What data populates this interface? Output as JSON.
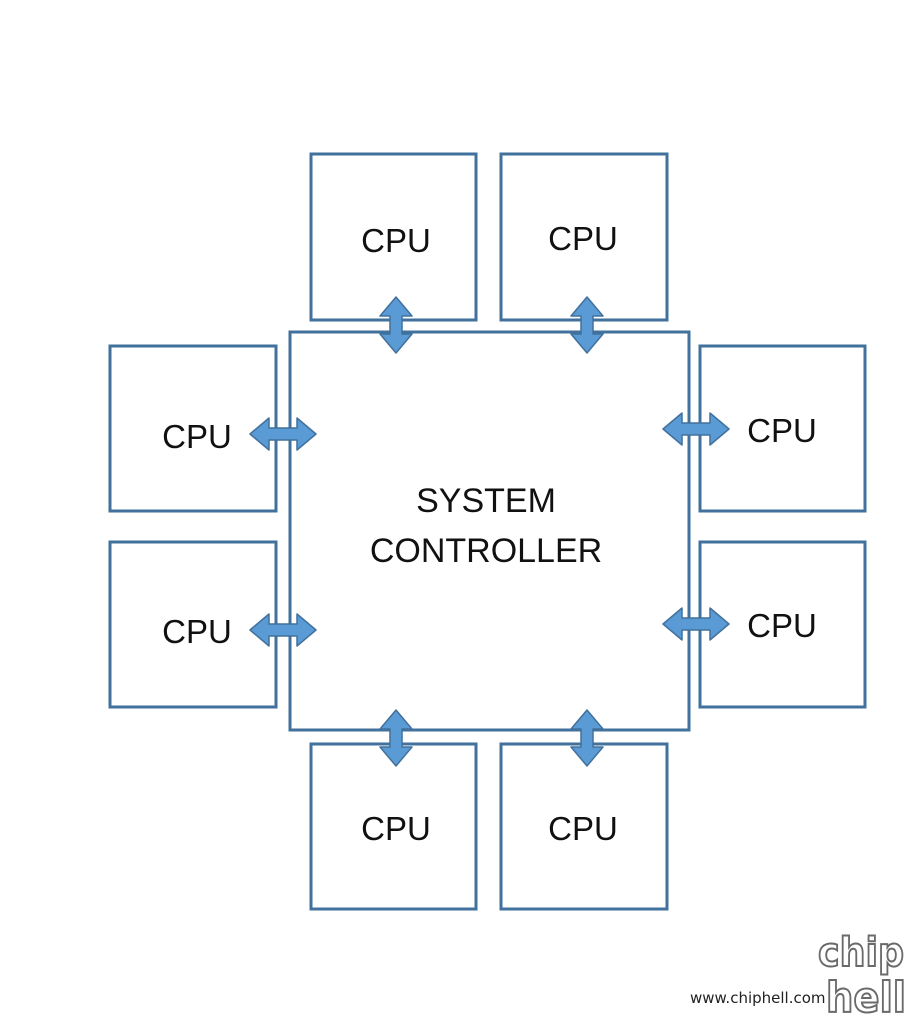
{
  "diagram": {
    "controller": {
      "lines": [
        "SYSTEM",
        "CONTROLLER"
      ]
    },
    "cpus": [
      {
        "id": "top-left",
        "label": "CPU"
      },
      {
        "id": "top-right",
        "label": "CPU"
      },
      {
        "id": "left-upper",
        "label": "CPU"
      },
      {
        "id": "left-lower",
        "label": "CPU"
      },
      {
        "id": "right-upper",
        "label": "CPU"
      },
      {
        "id": "right-lower",
        "label": "CPU"
      },
      {
        "id": "bottom-left",
        "label": "CPU"
      },
      {
        "id": "bottom-right",
        "label": "CPU"
      }
    ],
    "colors": {
      "box_border": "#41719c",
      "arrow_fill": "#5b9bd5",
      "arrow_border": "#41719c",
      "text": "#111111"
    }
  },
  "watermark": {
    "url": "www.chiphell.com",
    "logo_top": "chip",
    "logo_bottom": "hell"
  }
}
